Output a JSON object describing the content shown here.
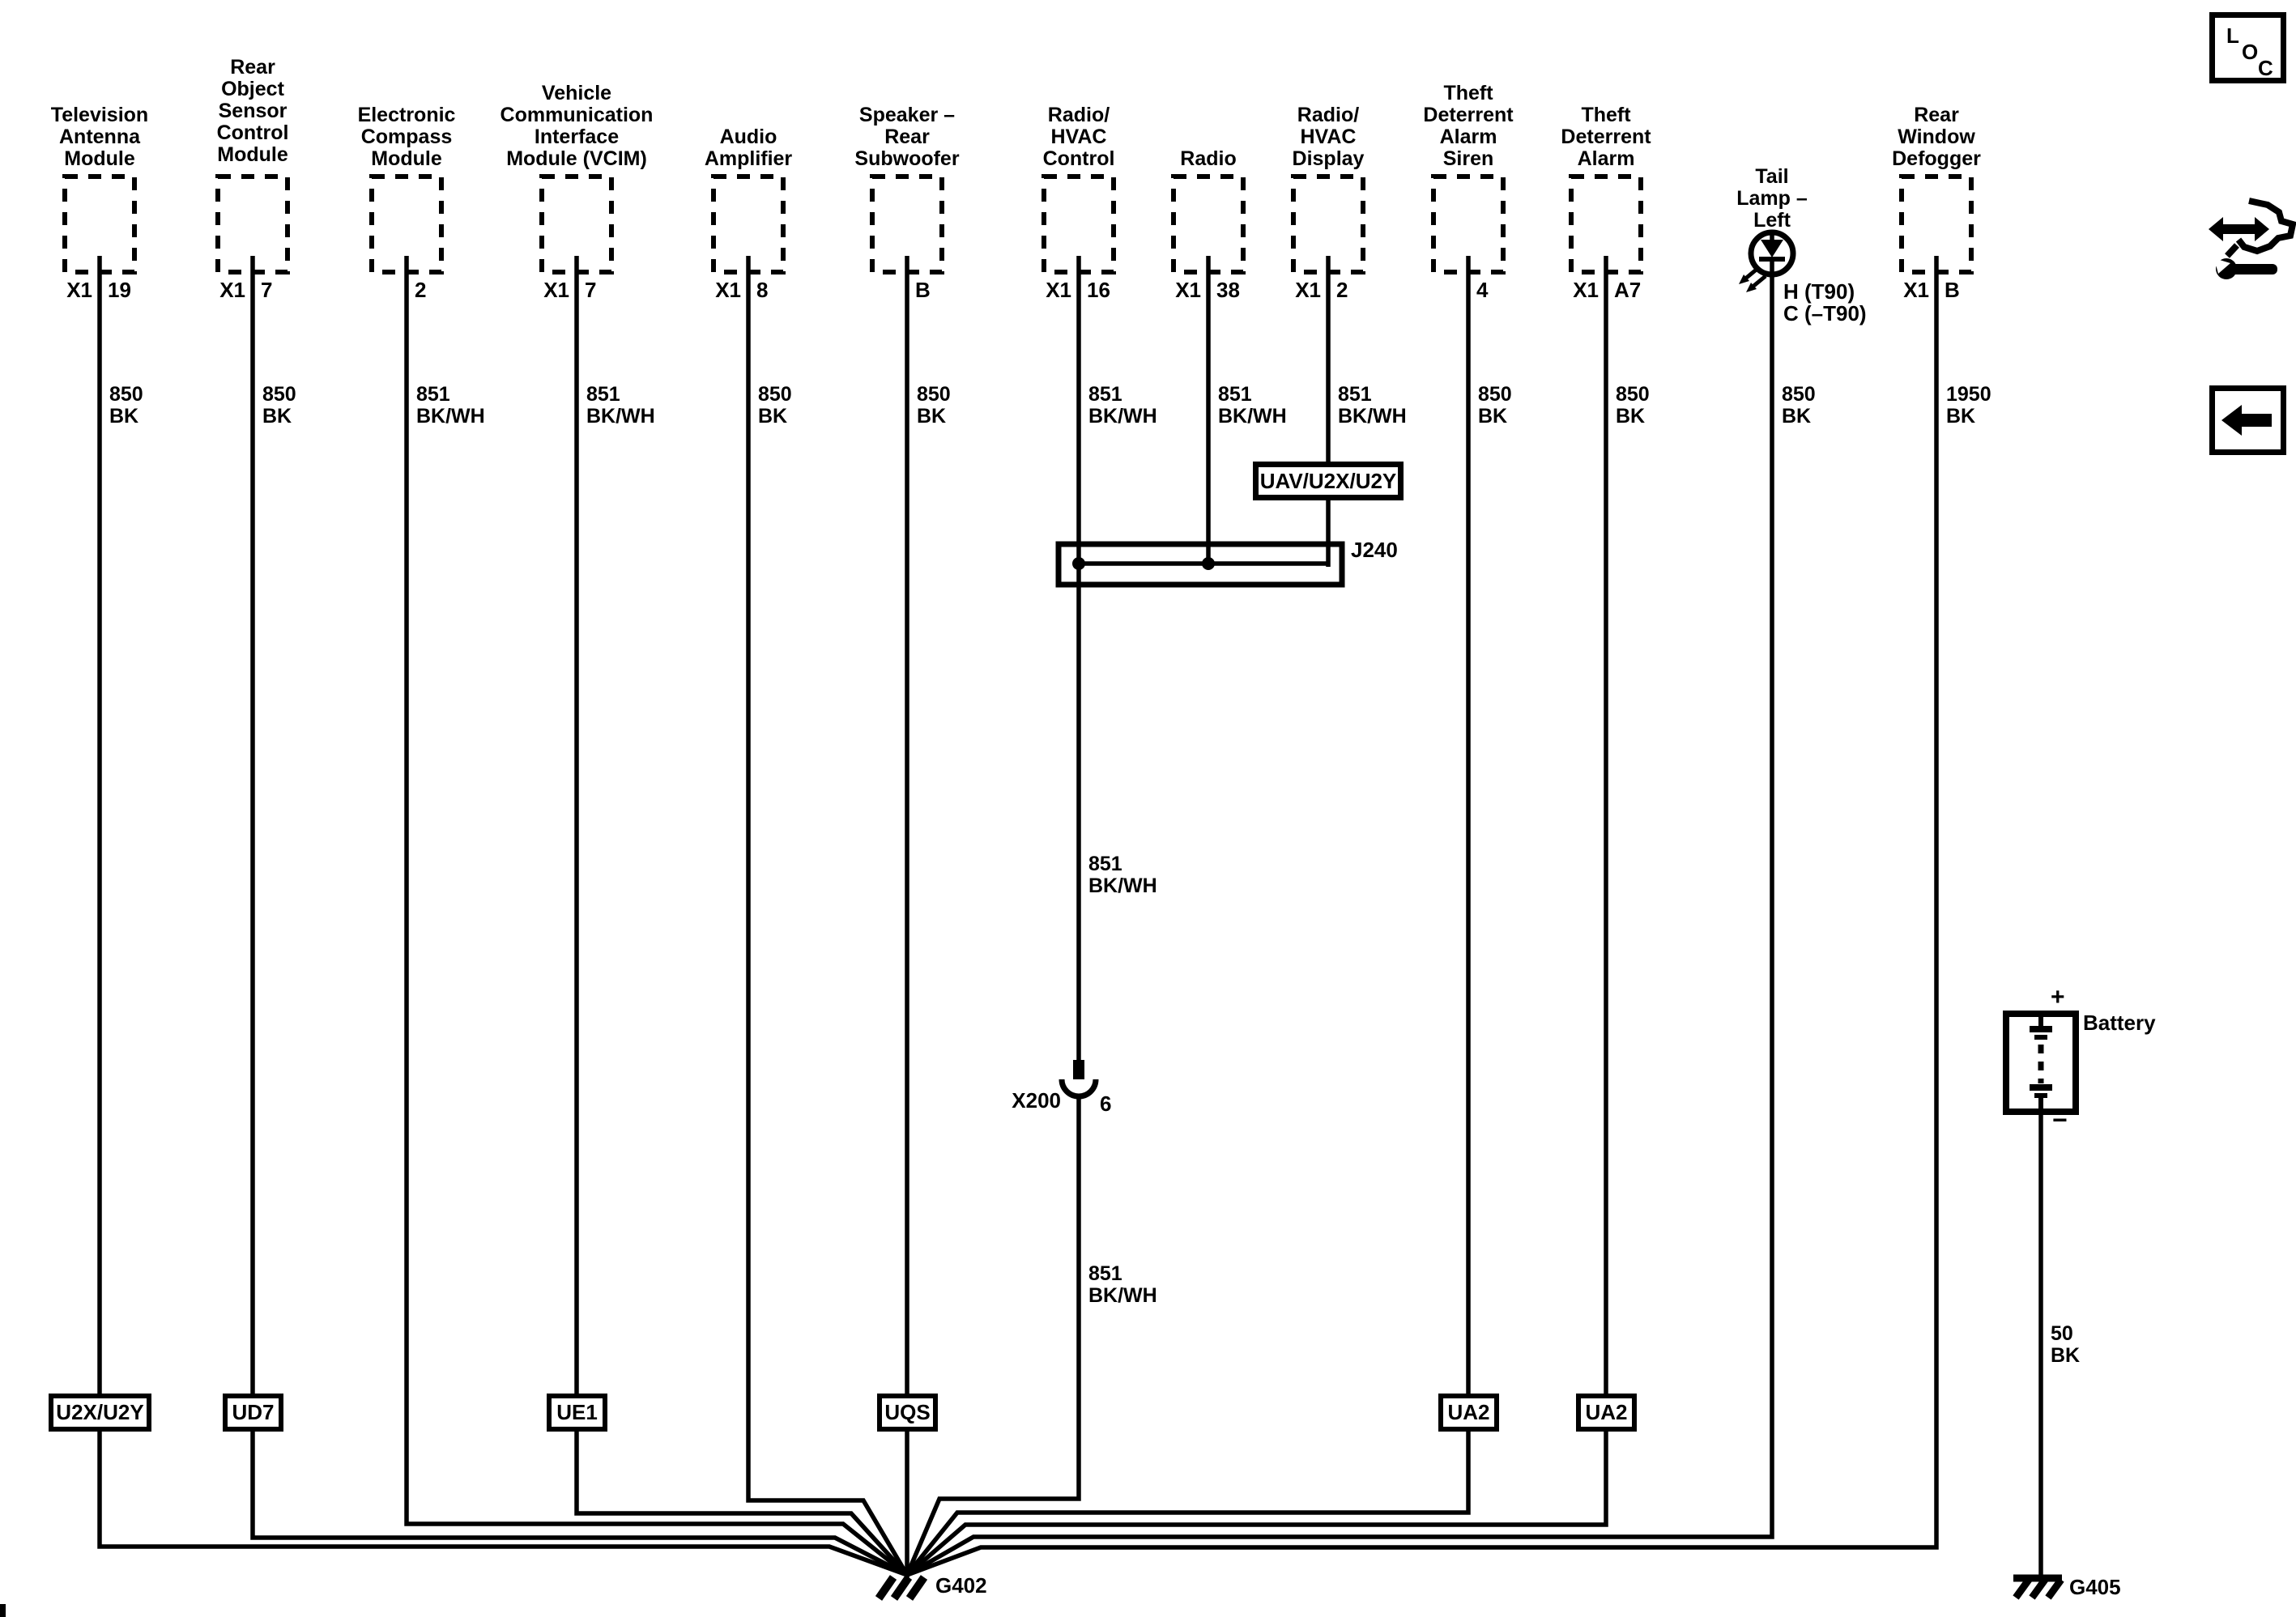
{
  "diagram": {
    "title_implicit": "",
    "components": [
      {
        "id": "tv-antenna",
        "label": "Television\nAntenna\nModule",
        "pin_left": "X1",
        "pin_right": "19",
        "wire_label": "850\nBK",
        "option_code": "U2X/U2Y"
      },
      {
        "id": "rear-object-sensor",
        "label": "Rear\nObject\nSensor\nControl\nModule",
        "pin_left": "X1",
        "pin_right": "7",
        "wire_label": "850\nBK",
        "option_code": "UD7"
      },
      {
        "id": "electronic-compass",
        "label": "Electronic\nCompass\nModule",
        "pin_left": "",
        "pin_right": "2",
        "wire_label": "851\nBK/WH",
        "option_code": ""
      },
      {
        "id": "vcim",
        "label": "Vehicle\nCommunication\nInterface\nModule (VCIM)",
        "pin_left": "X1",
        "pin_right": "7",
        "wire_label": "851\nBK/WH",
        "option_code": "UE1"
      },
      {
        "id": "audio-amplifier",
        "label": "Audio\nAmplifier",
        "pin_left": "X1",
        "pin_right": "8",
        "wire_label": "850\nBK",
        "option_code": ""
      },
      {
        "id": "rear-subwoofer",
        "label": "Speaker –\nRear\nSubwoofer",
        "pin_left": "",
        "pin_right": "B",
        "wire_label": "850\nBK",
        "option_code": "UQS"
      },
      {
        "id": "radio-hvac-control",
        "label": "Radio/\nHVAC\nControl",
        "pin_left": "X1",
        "pin_right": "16",
        "wire_label": "851\nBK/WH",
        "option_code": ""
      },
      {
        "id": "radio",
        "label": "Radio",
        "pin_left": "X1",
        "pin_right": "38",
        "wire_label": "851\nBK/WH",
        "option_code": ""
      },
      {
        "id": "radio-hvac-display",
        "label": "Radio/\nHVAC\nDisplay",
        "pin_left": "X1",
        "pin_right": "2",
        "wire_label": "851\nBK/WH",
        "option_code": "UAV/U2X/U2Y"
      },
      {
        "id": "theft-alarm-siren",
        "label": "Theft\nDeterrent\nAlarm\nSiren",
        "pin_left": "",
        "pin_right": "4",
        "wire_label": "850\nBK",
        "option_code": "UA2"
      },
      {
        "id": "theft-alarm",
        "label": "Theft\nDeterrent\nAlarm",
        "pin_left": "X1",
        "pin_right": "A7",
        "wire_label": "850\nBK",
        "option_code": "UA2"
      },
      {
        "id": "tail-lamp-left",
        "label": "Tail\nLamp –\nLeft",
        "pin_left": "",
        "pin_right": "H (T90)\nC (–T90)",
        "wire_label": "850\nBK",
        "option_code": ""
      },
      {
        "id": "rear-window-defogger",
        "label": "Rear\nWindow\nDefogger",
        "pin_left": "X1",
        "pin_right": "B",
        "wire_label": "1950\nBK",
        "option_code": ""
      }
    ],
    "splice": {
      "label": "J240"
    },
    "inline_connector": {
      "label": "X200",
      "pin": "6",
      "wire_label_above": "851\nBK/WH",
      "wire_label_below": "851\nBK/WH"
    },
    "grounds": {
      "g402": "G402",
      "g405": "G405"
    },
    "battery": {
      "label": "Battery",
      "plus": "+",
      "minus": "−",
      "wire_label": "50\nBK"
    },
    "corner_icons": {
      "loc_letters": [
        "L",
        "O",
        "C"
      ]
    },
    "colors": {
      "line": "#000000",
      "background": "#ffffff"
    }
  }
}
